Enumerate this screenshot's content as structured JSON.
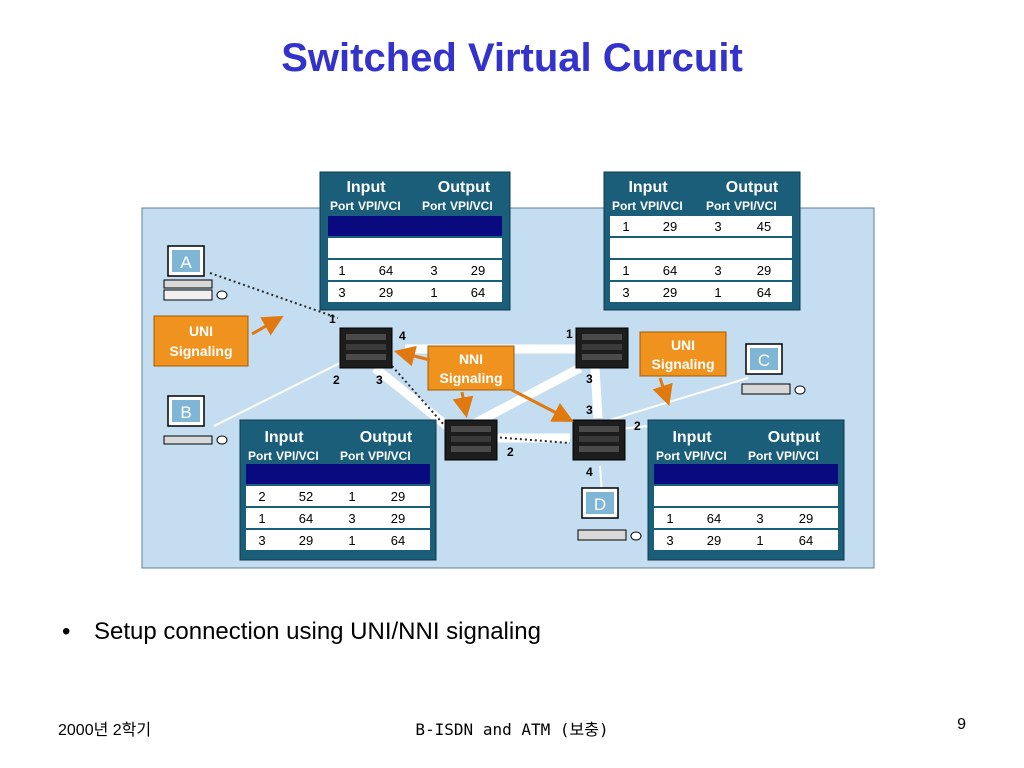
{
  "slide": {
    "title": "Switched Virtual Curcuit",
    "bullet": "Setup connection using UNI/NNI signaling"
  },
  "footer": {
    "left": "2000년 2학기",
    "center": "B-ISDN and ATM (보충)",
    "right": "9"
  },
  "colors": {
    "title": "#3333cc",
    "network_bg": "#c5ddf0",
    "table_header": "#1a5e7a",
    "table_highlight": "#0a0a80",
    "signaling_box": "#f0921e"
  },
  "diagram": {
    "table_header": {
      "input": "Input",
      "output": "Output",
      "port": "Port",
      "vpivci": "VPI/VCI"
    },
    "terminals": {
      "a": "A",
      "b": "B",
      "c": "C",
      "d": "D"
    },
    "signaling": {
      "uni_left_1": "UNI",
      "uni_left_2": "Signaling",
      "nni_1": "NNI",
      "nni_2": "Signaling",
      "uni_right_1": "UNI",
      "uni_right_2": "Signaling"
    },
    "ports": {
      "s1_p1": "1",
      "s1_p2": "2",
      "s1_p3": "3",
      "s1_p4": "4",
      "s2_p1": "1",
      "s2_p3": "3",
      "s3_p2": "2",
      "s4_p2": "2",
      "s4_p3": "3",
      "s4_p4": "4"
    },
    "table_tl": {
      "rows": [
        [
          "1",
          "64",
          "3",
          "29"
        ],
        [
          "3",
          "29",
          "1",
          "64"
        ]
      ]
    },
    "table_tr": {
      "rows": [
        [
          "1",
          "29",
          "3",
          "45"
        ],
        [
          "1",
          "64",
          "3",
          "29"
        ],
        [
          "3",
          "29",
          "1",
          "64"
        ]
      ]
    },
    "table_bl": {
      "rows": [
        [
          "2",
          "52",
          "1",
          "29"
        ],
        [
          "1",
          "64",
          "3",
          "29"
        ],
        [
          "3",
          "29",
          "1",
          "64"
        ]
      ]
    },
    "table_br": {
      "rows": [
        [
          "1",
          "64",
          "3",
          "29"
        ],
        [
          "3",
          "29",
          "1",
          "64"
        ]
      ]
    }
  }
}
